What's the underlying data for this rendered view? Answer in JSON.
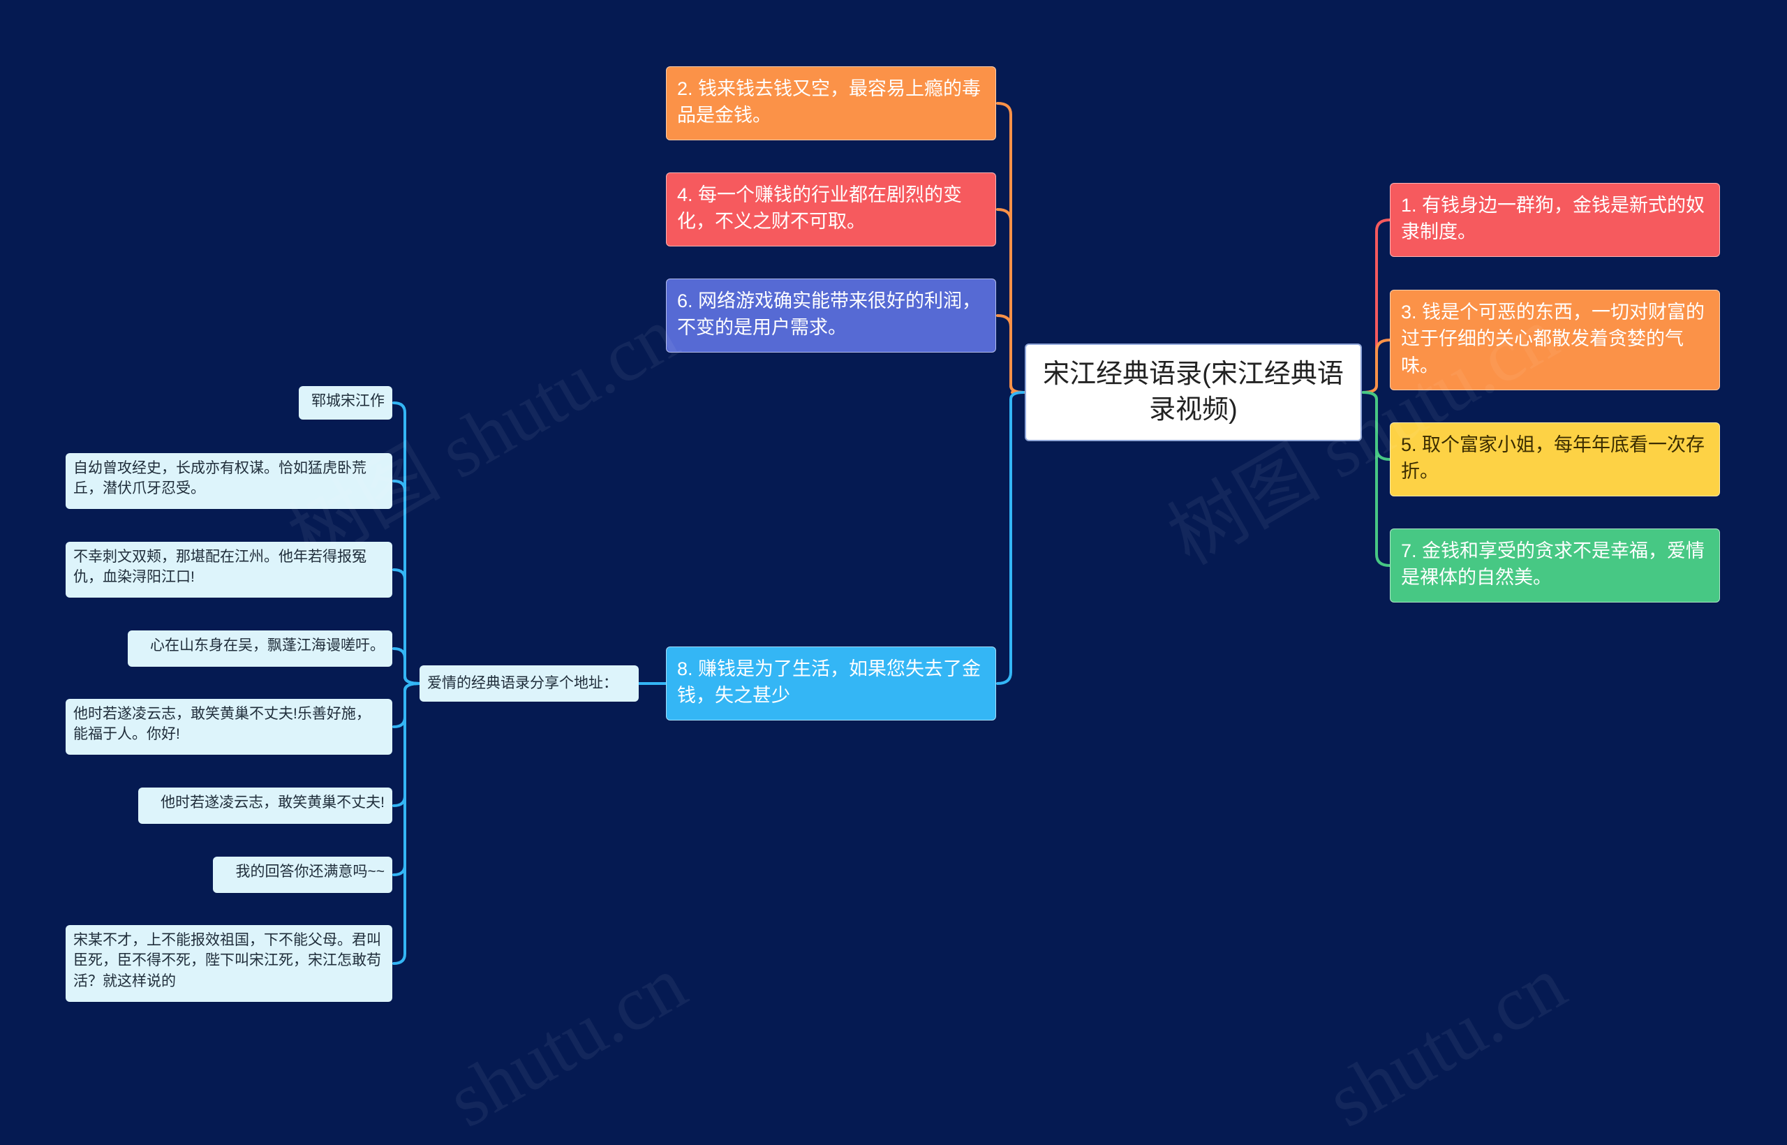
{
  "root": {
    "title": "宋江经典语录(宋江经典语录视频)"
  },
  "colors": {
    "background": "#051a52",
    "orange": "#fb9248",
    "red": "#f65a5e",
    "indigo": "#566ad4",
    "blue": "#34b6f5",
    "yellow": "#fdd245",
    "green": "#47c884",
    "leaf": "#ddf4fb"
  },
  "left_branches": [
    {
      "text": "2. 钱来钱去钱又空，最容易上瘾的毒品是金钱。",
      "color": "#fb9248"
    },
    {
      "text": "4. 每一个赚钱的行业都在剧烈的变化，不义之财不可取。",
      "color": "#f65a5e"
    },
    {
      "text": "6. 网络游戏确实能带来很好的利润，不变的是用户需求。",
      "color": "#566ad4"
    },
    {
      "text": "8. 赚钱是为了生活，如果您失去了金钱，失之甚少",
      "color": "#34b6f5"
    }
  ],
  "right_branches": [
    {
      "text": "1. 有钱身边一群狗，金钱是新式的奴隶制度。",
      "color": "#f65a5e"
    },
    {
      "text": "3. 钱是个可恶的东西，一切对财富的过于仔细的关心都散发着贪婪的气味。",
      "color": "#fb9248"
    },
    {
      "text": "5. 取个富家小姐，每年年底看一次存折。",
      "color": "#fdd245"
    },
    {
      "text": "7. 金钱和享受的贪求不是幸福，爱情是裸体的自然美。",
      "color": "#47c884"
    }
  ],
  "sub_branch": {
    "text": "爱情的经典语录分享个地址："
  },
  "leaves": [
    {
      "text": "郓城宋江作"
    },
    {
      "text": "自幼曾攻经史，长成亦有权谋。恰如猛虎卧荒丘，潜伏爪牙忍受。"
    },
    {
      "text": "不幸刺文双颊，那堪配在江州。他年若得报冤仇，血染浔阳江口!"
    },
    {
      "text": "心在山东身在吴，飘蓬江海谩嗟吁。"
    },
    {
      "text": "他时若遂凌云志，敢笑黄巢不丈夫!乐善好施，能福于人。你好!"
    },
    {
      "text": "他时若遂凌云志，敢笑黄巢不丈夫!"
    },
    {
      "text": "我的回答你还满意吗~~"
    },
    {
      "text": "宋某不才，上不能报效祖国，下不能父母。君叫臣死，臣不得不死，陛下叫宋江死，宋江怎敢苟活？就这样说的"
    }
  ],
  "watermarks": [
    "树图 shutu.cn",
    "树图 shutu.cn",
    "shutu.cn",
    "shutu.cn"
  ]
}
